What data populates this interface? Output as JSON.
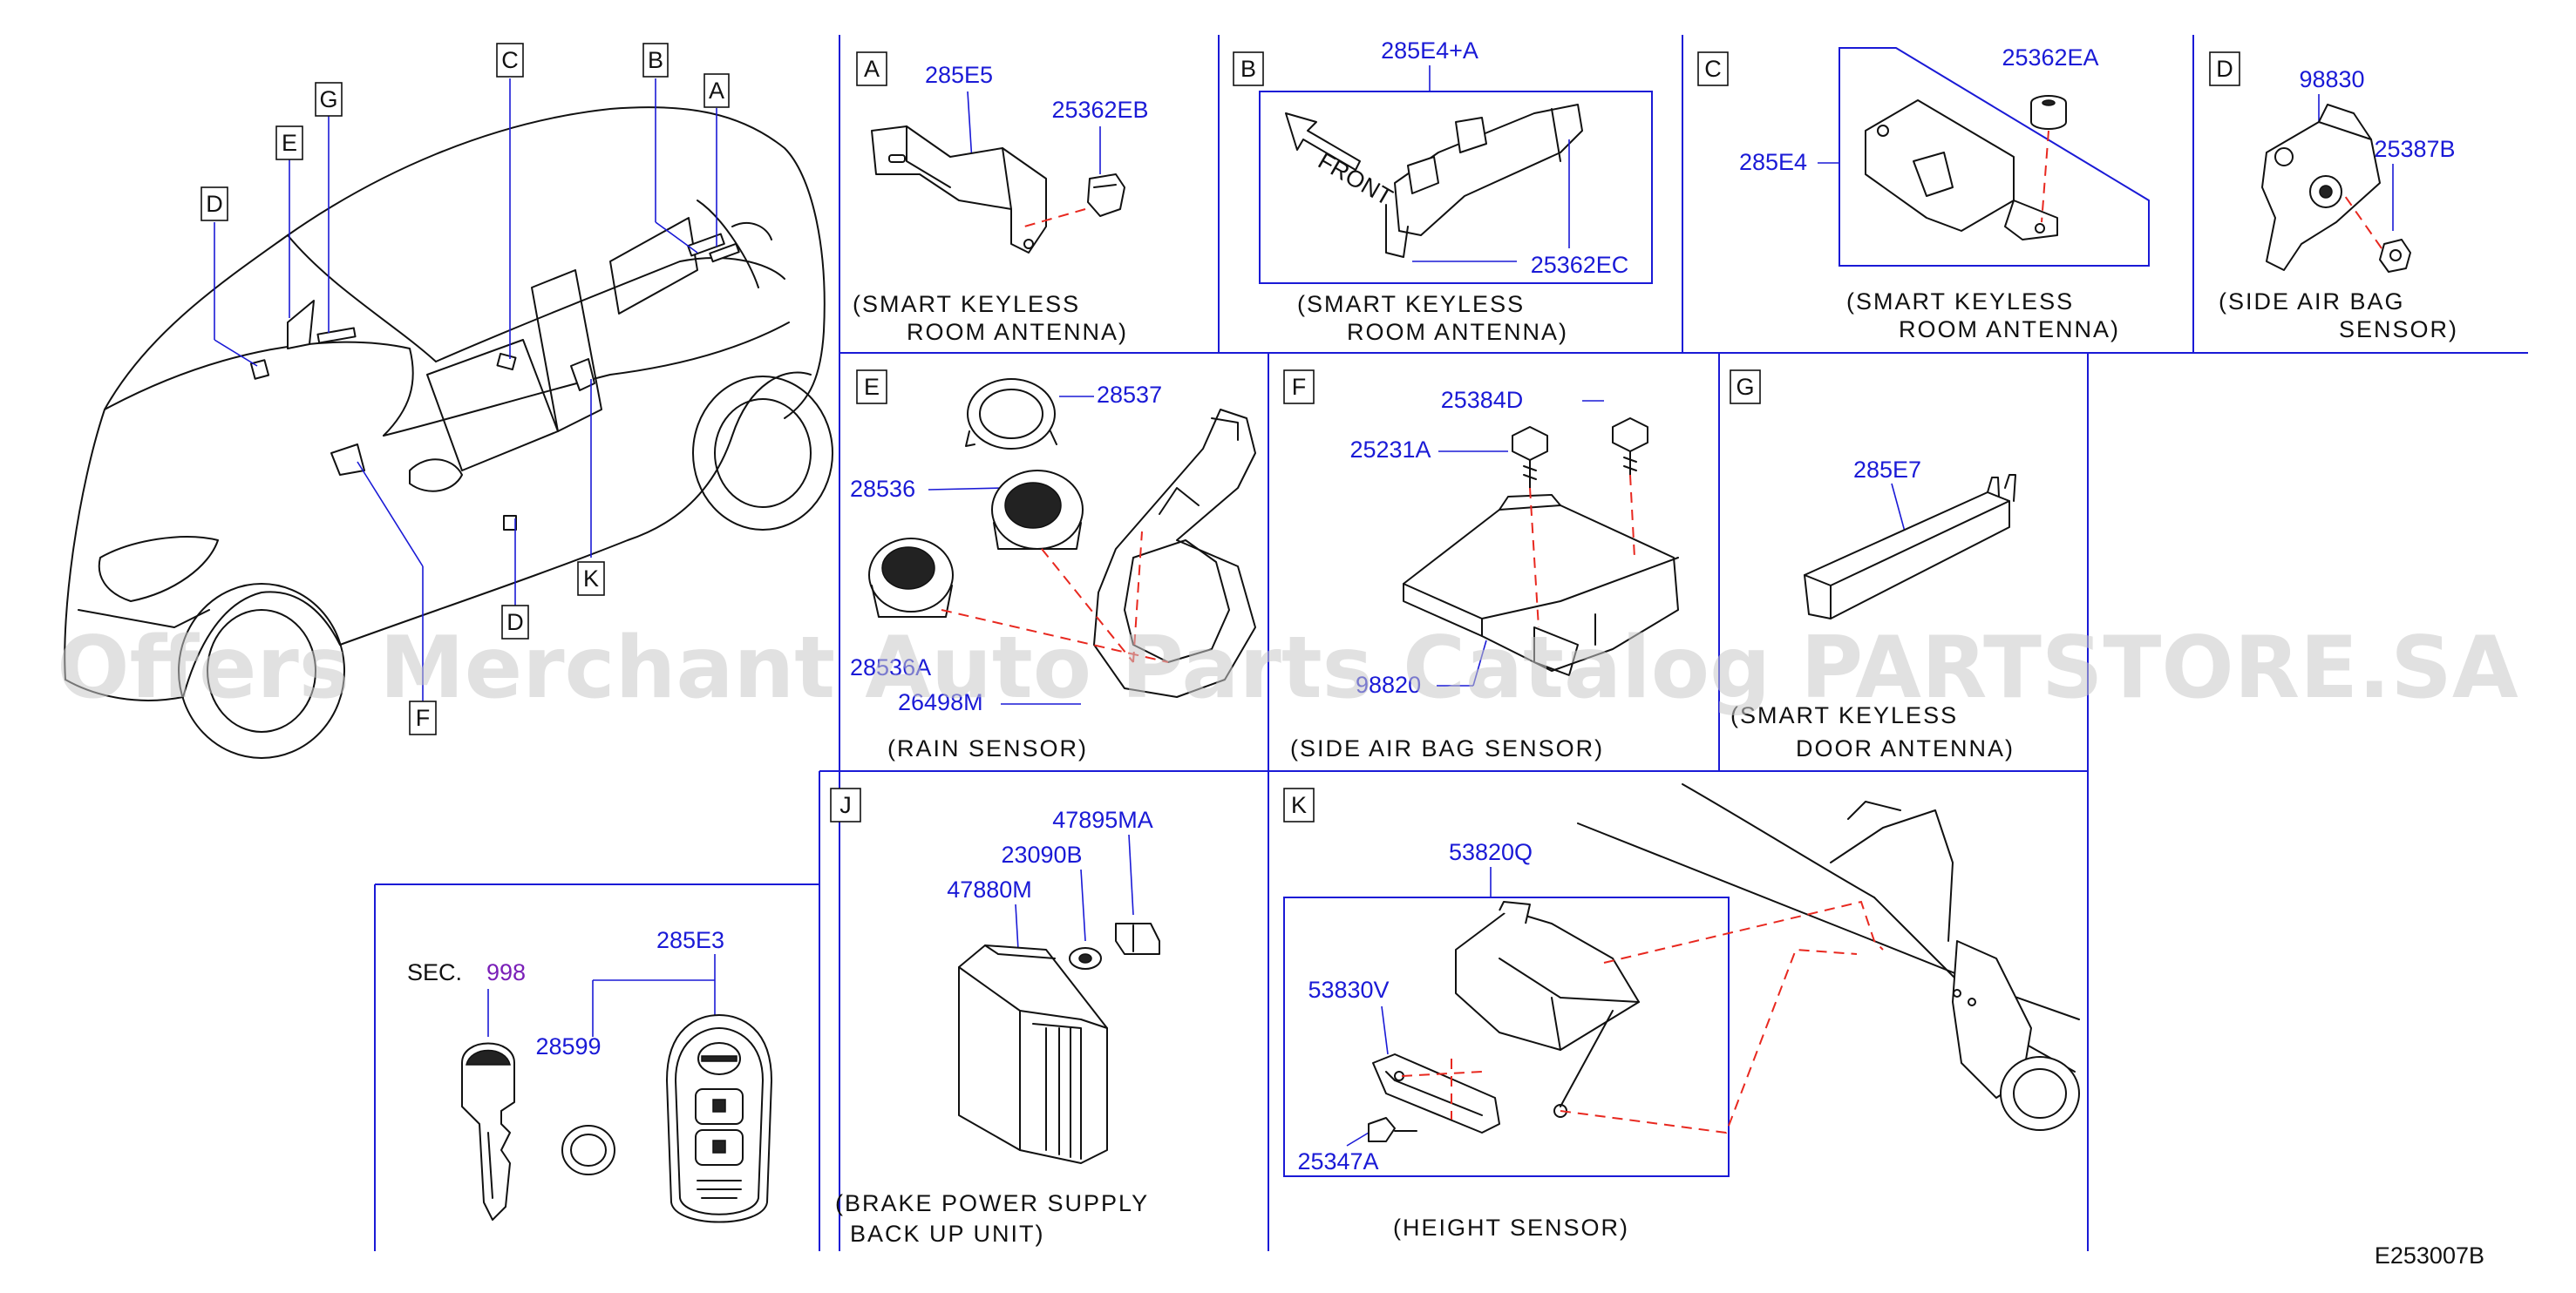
{
  "watermark": "Offers Merchant Auto Parts Catalog PARTSTORE.SA",
  "diagram_code": "E253007B",
  "car_overview": {
    "callouts": [
      "A",
      "B",
      "C",
      "D",
      "E",
      "G",
      "D",
      "K",
      "F"
    ]
  },
  "key_panel": {
    "sec_prefix": "SEC.",
    "sec_number": "998",
    "parts": [
      "285E3",
      "28599"
    ]
  },
  "panels": {
    "A": {
      "letter": "A",
      "parts": [
        "285E5",
        "25362EB"
      ],
      "caption1": "(SMART   KEYLESS",
      "caption2": "ROOM   ANTENNA)"
    },
    "B": {
      "letter": "B",
      "parts": [
        "285E4+A",
        "25362EC"
      ],
      "front": "FRONT",
      "caption1": "(SMART   KEYLESS",
      "caption2": "ROOM   ANTENNA)"
    },
    "C": {
      "letter": "C",
      "parts": [
        "25362EA",
        "285E4"
      ],
      "caption1": "(SMART   KEYLESS",
      "caption2": "ROOM   ANTENNA)"
    },
    "D": {
      "letter": "D",
      "parts": [
        "98830",
        "25387B"
      ],
      "caption1": "(SIDE   AIR   BAG",
      "caption2": "SENSOR)"
    },
    "E": {
      "letter": "E",
      "parts": [
        "28537",
        "28536",
        "28536A",
        "26498M"
      ],
      "caption1": "(RAIN   SENSOR)"
    },
    "F": {
      "letter": "F",
      "parts": [
        "25384D",
        "25231A",
        "98820"
      ],
      "caption1": "(SIDE   AIR   BAG   SENSOR)"
    },
    "G": {
      "letter": "G",
      "parts": [
        "285E7"
      ],
      "caption1": "(SMART   KEYLESS",
      "caption2": "DOOR   ANTENNA)"
    },
    "J": {
      "letter": "J",
      "parts": [
        "47895MA",
        "23090B",
        "47880M"
      ],
      "caption1": "(BRAKE   POWER   SUPPLY",
      "caption2": "BACK   UP   UNIT)"
    },
    "K": {
      "letter": "K",
      "parts": [
        "53820Q",
        "53830V",
        "25347A"
      ],
      "caption1": "(HEIGHT   SENSOR)"
    }
  }
}
